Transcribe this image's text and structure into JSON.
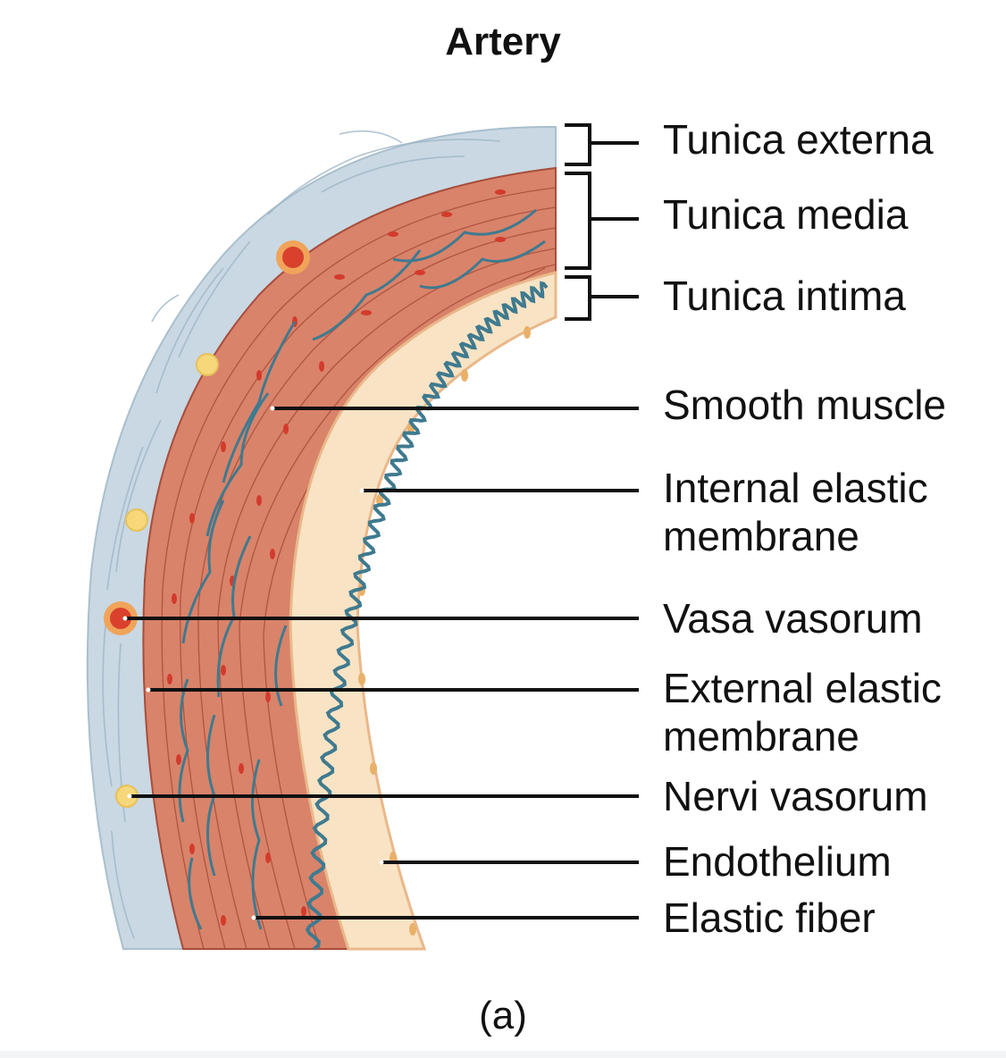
{
  "title": "Artery",
  "labels": {
    "tunica_externa": "Tunica externa",
    "tunica_media": "Tunica media",
    "tunica_intima": "Tunica intima",
    "smooth_muscle": "Smooth muscle",
    "internal_elastic_1": "Internal elastic",
    "internal_elastic_2": "membrane",
    "vasa_vasorum": "Vasa vasorum",
    "external_elastic_1": "External elastic",
    "external_elastic_2": "membrane",
    "nervi_vasorum": "Nervi vasorum",
    "endothelium": "Endothelium",
    "elastic_fiber": "Elastic fiber"
  },
  "panel_label": "(a)",
  "colors": {
    "externa": "#c9d8e3",
    "media": "#d9836a",
    "media_dark": "#a94d3a",
    "intima": "#f8e3c4",
    "elastic": "#3f7a8f",
    "vessel_red": "#d9412c",
    "nerve_yellow": "#f6d77a"
  }
}
